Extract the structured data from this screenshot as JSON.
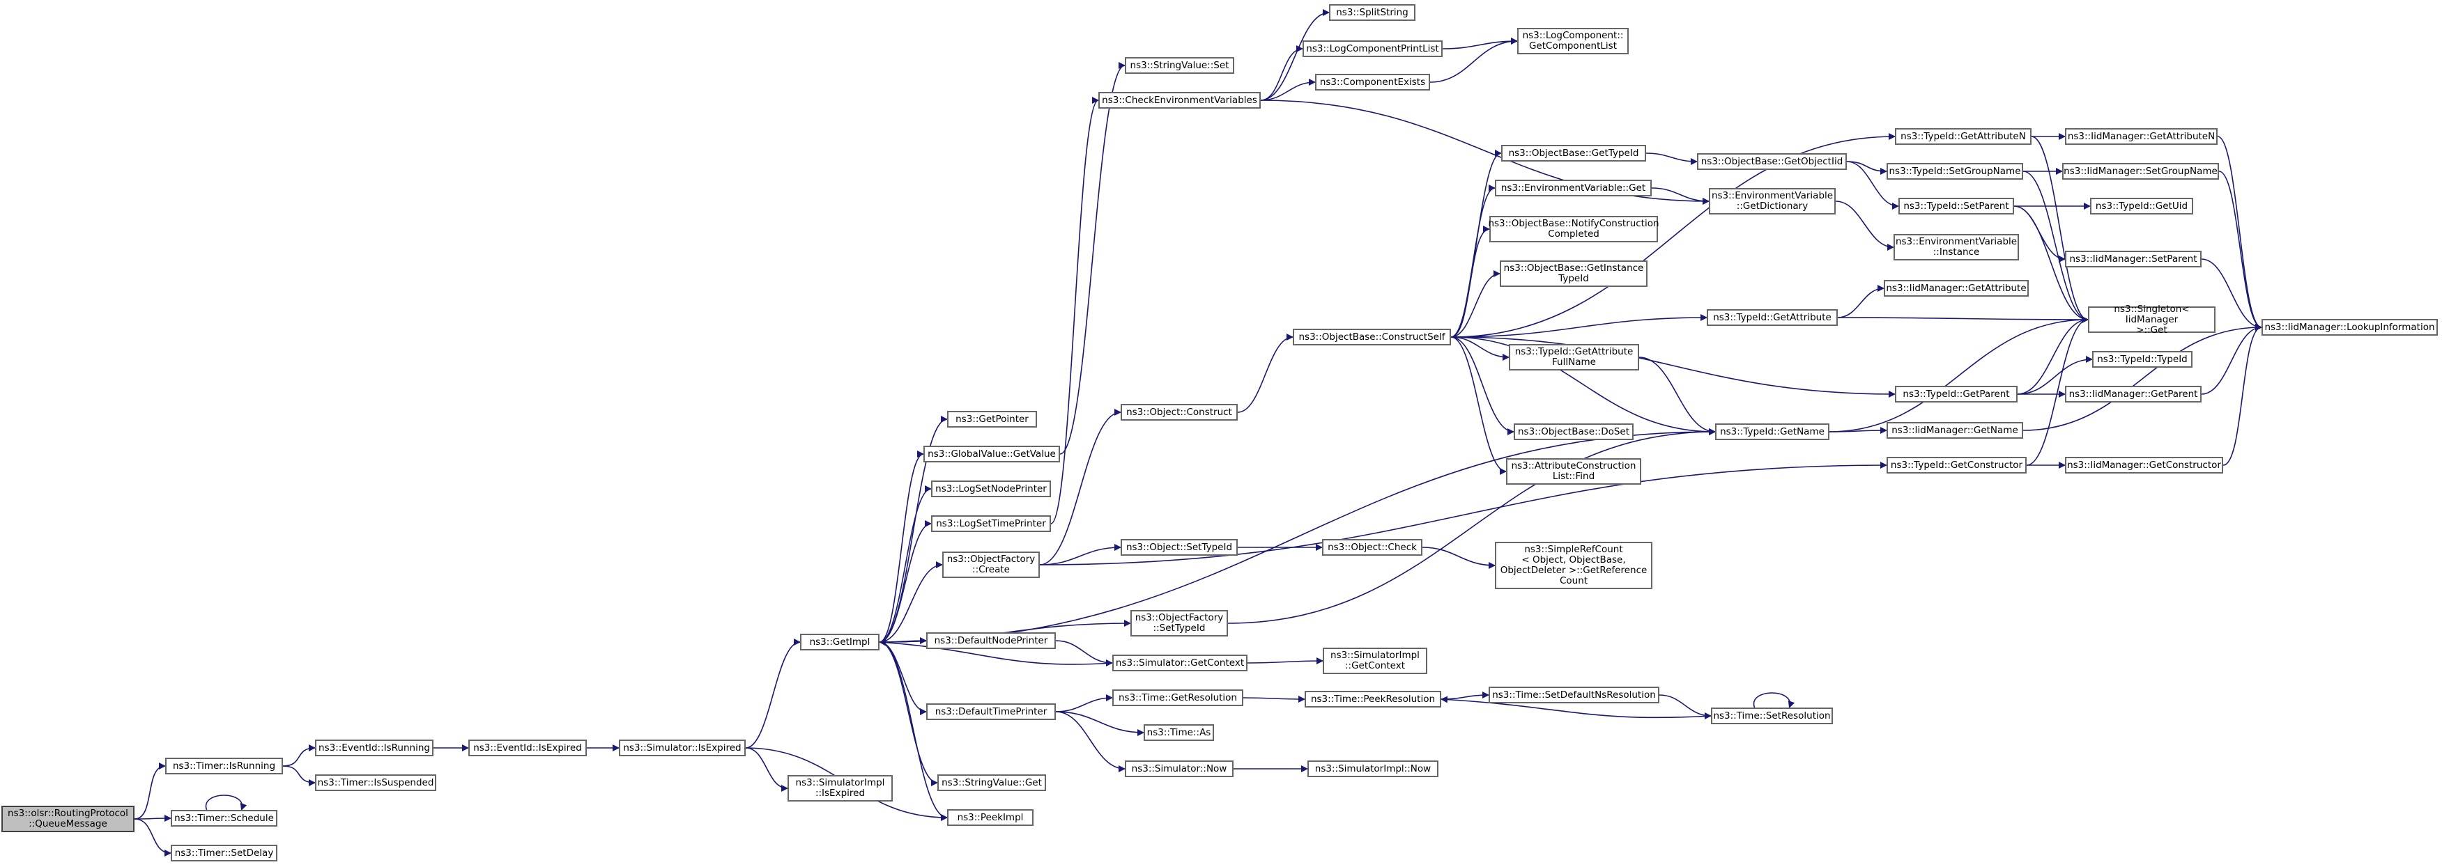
{
  "graph": {
    "colors": {
      "edge": "#191970",
      "node_border": "#666666",
      "root_fill": "#bfbfbf"
    },
    "nodes": {
      "n1": "ns3::olsr::RoutingProtocol\n::QueueMessage",
      "n2": "ns3::Timer::IsRunning",
      "n3": "ns3::Timer::Schedule",
      "n4": "ns3::Timer::SetDelay",
      "n5": "ns3::EventId::IsRunning",
      "n6": "ns3::Timer::IsSuspended",
      "n7": "ns3::EventId::IsExpired",
      "n8": "ns3::Simulator::IsExpired",
      "n9": "ns3::SimulatorImpl\n::IsExpired",
      "n10": "ns3::GetImpl",
      "n11": "ns3::PeekImpl",
      "n12": "ns3::GetPointer",
      "n13": "ns3::GlobalValue::GetValue",
      "n14": "ns3::LogSetNodePrinter",
      "n15": "ns3::LogSetTimePrinter",
      "n16": "ns3::ObjectFactory\n::Create",
      "n17": "ns3::DefaultNodePrinter",
      "n18": "ns3::DefaultTimePrinter",
      "n19": "ns3::StringValue::Get",
      "n20": "ns3::StringValue::Set",
      "n21": "ns3::CheckEnvironmentVariables",
      "n22": "ns3::Object::Construct",
      "n23": "ns3::Object::SetTypeId",
      "n24": "ns3::ObjectFactory\n::SetTypeId",
      "n25": "ns3::Simulator::GetContext",
      "n26": "ns3::Time::GetResolution",
      "n27": "ns3::Time::As",
      "n28": "ns3::Simulator::Now",
      "n29": "ns3::SplitString",
      "n30": "ns3::LogComponentPrintList",
      "n31": "ns3::ComponentExists",
      "n32": "ns3::LogComponent::\nGetComponentList",
      "n33": "ns3::ObjectBase::ConstructSelf",
      "n34": "ns3::Object::Check",
      "n35": "ns3::SimulatorImpl\n::GetContext",
      "n36": "ns3::Time::PeekResolution",
      "n37": "ns3::SimulatorImpl::Now",
      "n38": "ns3::ObjectBase::GetTypeId",
      "n39": "ns3::EnvironmentVariable::Get",
      "n40": "ns3::ObjectBase::NotifyConstruction\nCompleted",
      "n41": "ns3::ObjectBase::GetInstance\nTypeId",
      "n42": "ns3::TypeId::GetAttribute\nFullName",
      "n43": "ns3::ObjectBase::DoSet",
      "n44": "ns3::AttributeConstruction\nList::Find",
      "n45": "ns3::SimpleRefCount\n< Object, ObjectBase,\nObjectDeleter >::GetReference\nCount",
      "n46": "ns3::Time::SetDefaultNsResolution",
      "n47": "ns3::Time::SetResolution",
      "n48": "ns3::ObjectBase::GetObjectIid",
      "n49": "ns3::EnvironmentVariable\n::GetDictionary",
      "n50": "ns3::TypeId::GetAttribute",
      "n51": "ns3::TypeId::GetName",
      "n52": "ns3::TypeId::GetAttributeN",
      "n53": "ns3::TypeId::SetGroupName",
      "n54": "ns3::TypeId::SetParent",
      "n55": "ns3::EnvironmentVariable\n::Instance",
      "n56": "ns3::IidManager::GetAttribute",
      "n57": "ns3::TypeId::GetParent",
      "n58": "ns3::IidManager::GetName",
      "n59": "ns3::TypeId::GetConstructor",
      "n60": "ns3::IidManager::GetAttributeN",
      "n61": "ns3::IidManager::SetGroupName",
      "n62": "ns3::TypeId::GetUid",
      "n63": "ns3::IidManager::SetParent",
      "n64": "ns3::Singleton< IidManager\n >::Get",
      "n65": "ns3::TypeId::TypeId",
      "n66": "ns3::IidManager::GetParent",
      "n67": "ns3::IidManager::GetConstructor",
      "n68": "ns3::IidManager::LookupInformation"
    },
    "edges": [
      [
        "n1",
        "n2"
      ],
      [
        "n1",
        "n3"
      ],
      [
        "n1",
        "n4"
      ],
      [
        "n3",
        "n3"
      ],
      [
        "n2",
        "n5"
      ],
      [
        "n2",
        "n6"
      ],
      [
        "n5",
        "n7"
      ],
      [
        "n7",
        "n8"
      ],
      [
        "n8",
        "n9"
      ],
      [
        "n8",
        "n10"
      ],
      [
        "n8",
        "n11"
      ],
      [
        "n10",
        "n11"
      ],
      [
        "n10",
        "n12"
      ],
      [
        "n10",
        "n13"
      ],
      [
        "n10",
        "n14"
      ],
      [
        "n10",
        "n15"
      ],
      [
        "n10",
        "n16"
      ],
      [
        "n10",
        "n17"
      ],
      [
        "n10",
        "n18"
      ],
      [
        "n10",
        "n19"
      ],
      [
        "n10",
        "n24"
      ],
      [
        "n10",
        "n51"
      ],
      [
        "n13",
        "n20"
      ],
      [
        "n15",
        "n21"
      ],
      [
        "n16",
        "n22"
      ],
      [
        "n16",
        "n23"
      ],
      [
        "n16",
        "n59"
      ],
      [
        "n17",
        "n25"
      ],
      [
        "n25",
        "n10"
      ],
      [
        "n25",
        "n35"
      ],
      [
        "n18",
        "n26"
      ],
      [
        "n18",
        "n27"
      ],
      [
        "n18",
        "n28"
      ],
      [
        "n28",
        "n37"
      ],
      [
        "n26",
        "n36"
      ],
      [
        "n36",
        "n46"
      ],
      [
        "n46",
        "n47"
      ],
      [
        "n47",
        "n36"
      ],
      [
        "n47",
        "n47"
      ],
      [
        "n21",
        "n29"
      ],
      [
        "n21",
        "n30"
      ],
      [
        "n21",
        "n31"
      ],
      [
        "n21",
        "n49"
      ],
      [
        "n30",
        "n32"
      ],
      [
        "n31",
        "n32"
      ],
      [
        "n22",
        "n33"
      ],
      [
        "n23",
        "n34"
      ],
      [
        "n34",
        "n45"
      ],
      [
        "n24",
        "n51"
      ],
      [
        "n33",
        "n38"
      ],
      [
        "n33",
        "n39"
      ],
      [
        "n33",
        "n40"
      ],
      [
        "n33",
        "n41"
      ],
      [
        "n33",
        "n42"
      ],
      [
        "n33",
        "n43"
      ],
      [
        "n33",
        "n44"
      ],
      [
        "n33",
        "n50"
      ],
      [
        "n33",
        "n51"
      ],
      [
        "n33",
        "n52"
      ],
      [
        "n33",
        "n57"
      ],
      [
        "n38",
        "n48"
      ],
      [
        "n39",
        "n49"
      ],
      [
        "n49",
        "n55"
      ],
      [
        "n42",
        "n51"
      ],
      [
        "n48",
        "n53"
      ],
      [
        "n48",
        "n54"
      ],
      [
        "n50",
        "n56"
      ],
      [
        "n50",
        "n64"
      ],
      [
        "n51",
        "n58"
      ],
      [
        "n51",
        "n64"
      ],
      [
        "n52",
        "n60"
      ],
      [
        "n52",
        "n64"
      ],
      [
        "n53",
        "n61"
      ],
      [
        "n53",
        "n64"
      ],
      [
        "n54",
        "n62"
      ],
      [
        "n54",
        "n63"
      ],
      [
        "n54",
        "n64"
      ],
      [
        "n57",
        "n65"
      ],
      [
        "n57",
        "n66"
      ],
      [
        "n57",
        "n64"
      ],
      [
        "n59",
        "n67"
      ],
      [
        "n59",
        "n64"
      ],
      [
        "n58",
        "n68"
      ],
      [
        "n60",
        "n68"
      ],
      [
        "n61",
        "n68"
      ],
      [
        "n63",
        "n68"
      ],
      [
        "n66",
        "n68"
      ],
      [
        "n67",
        "n68"
      ]
    ]
  }
}
